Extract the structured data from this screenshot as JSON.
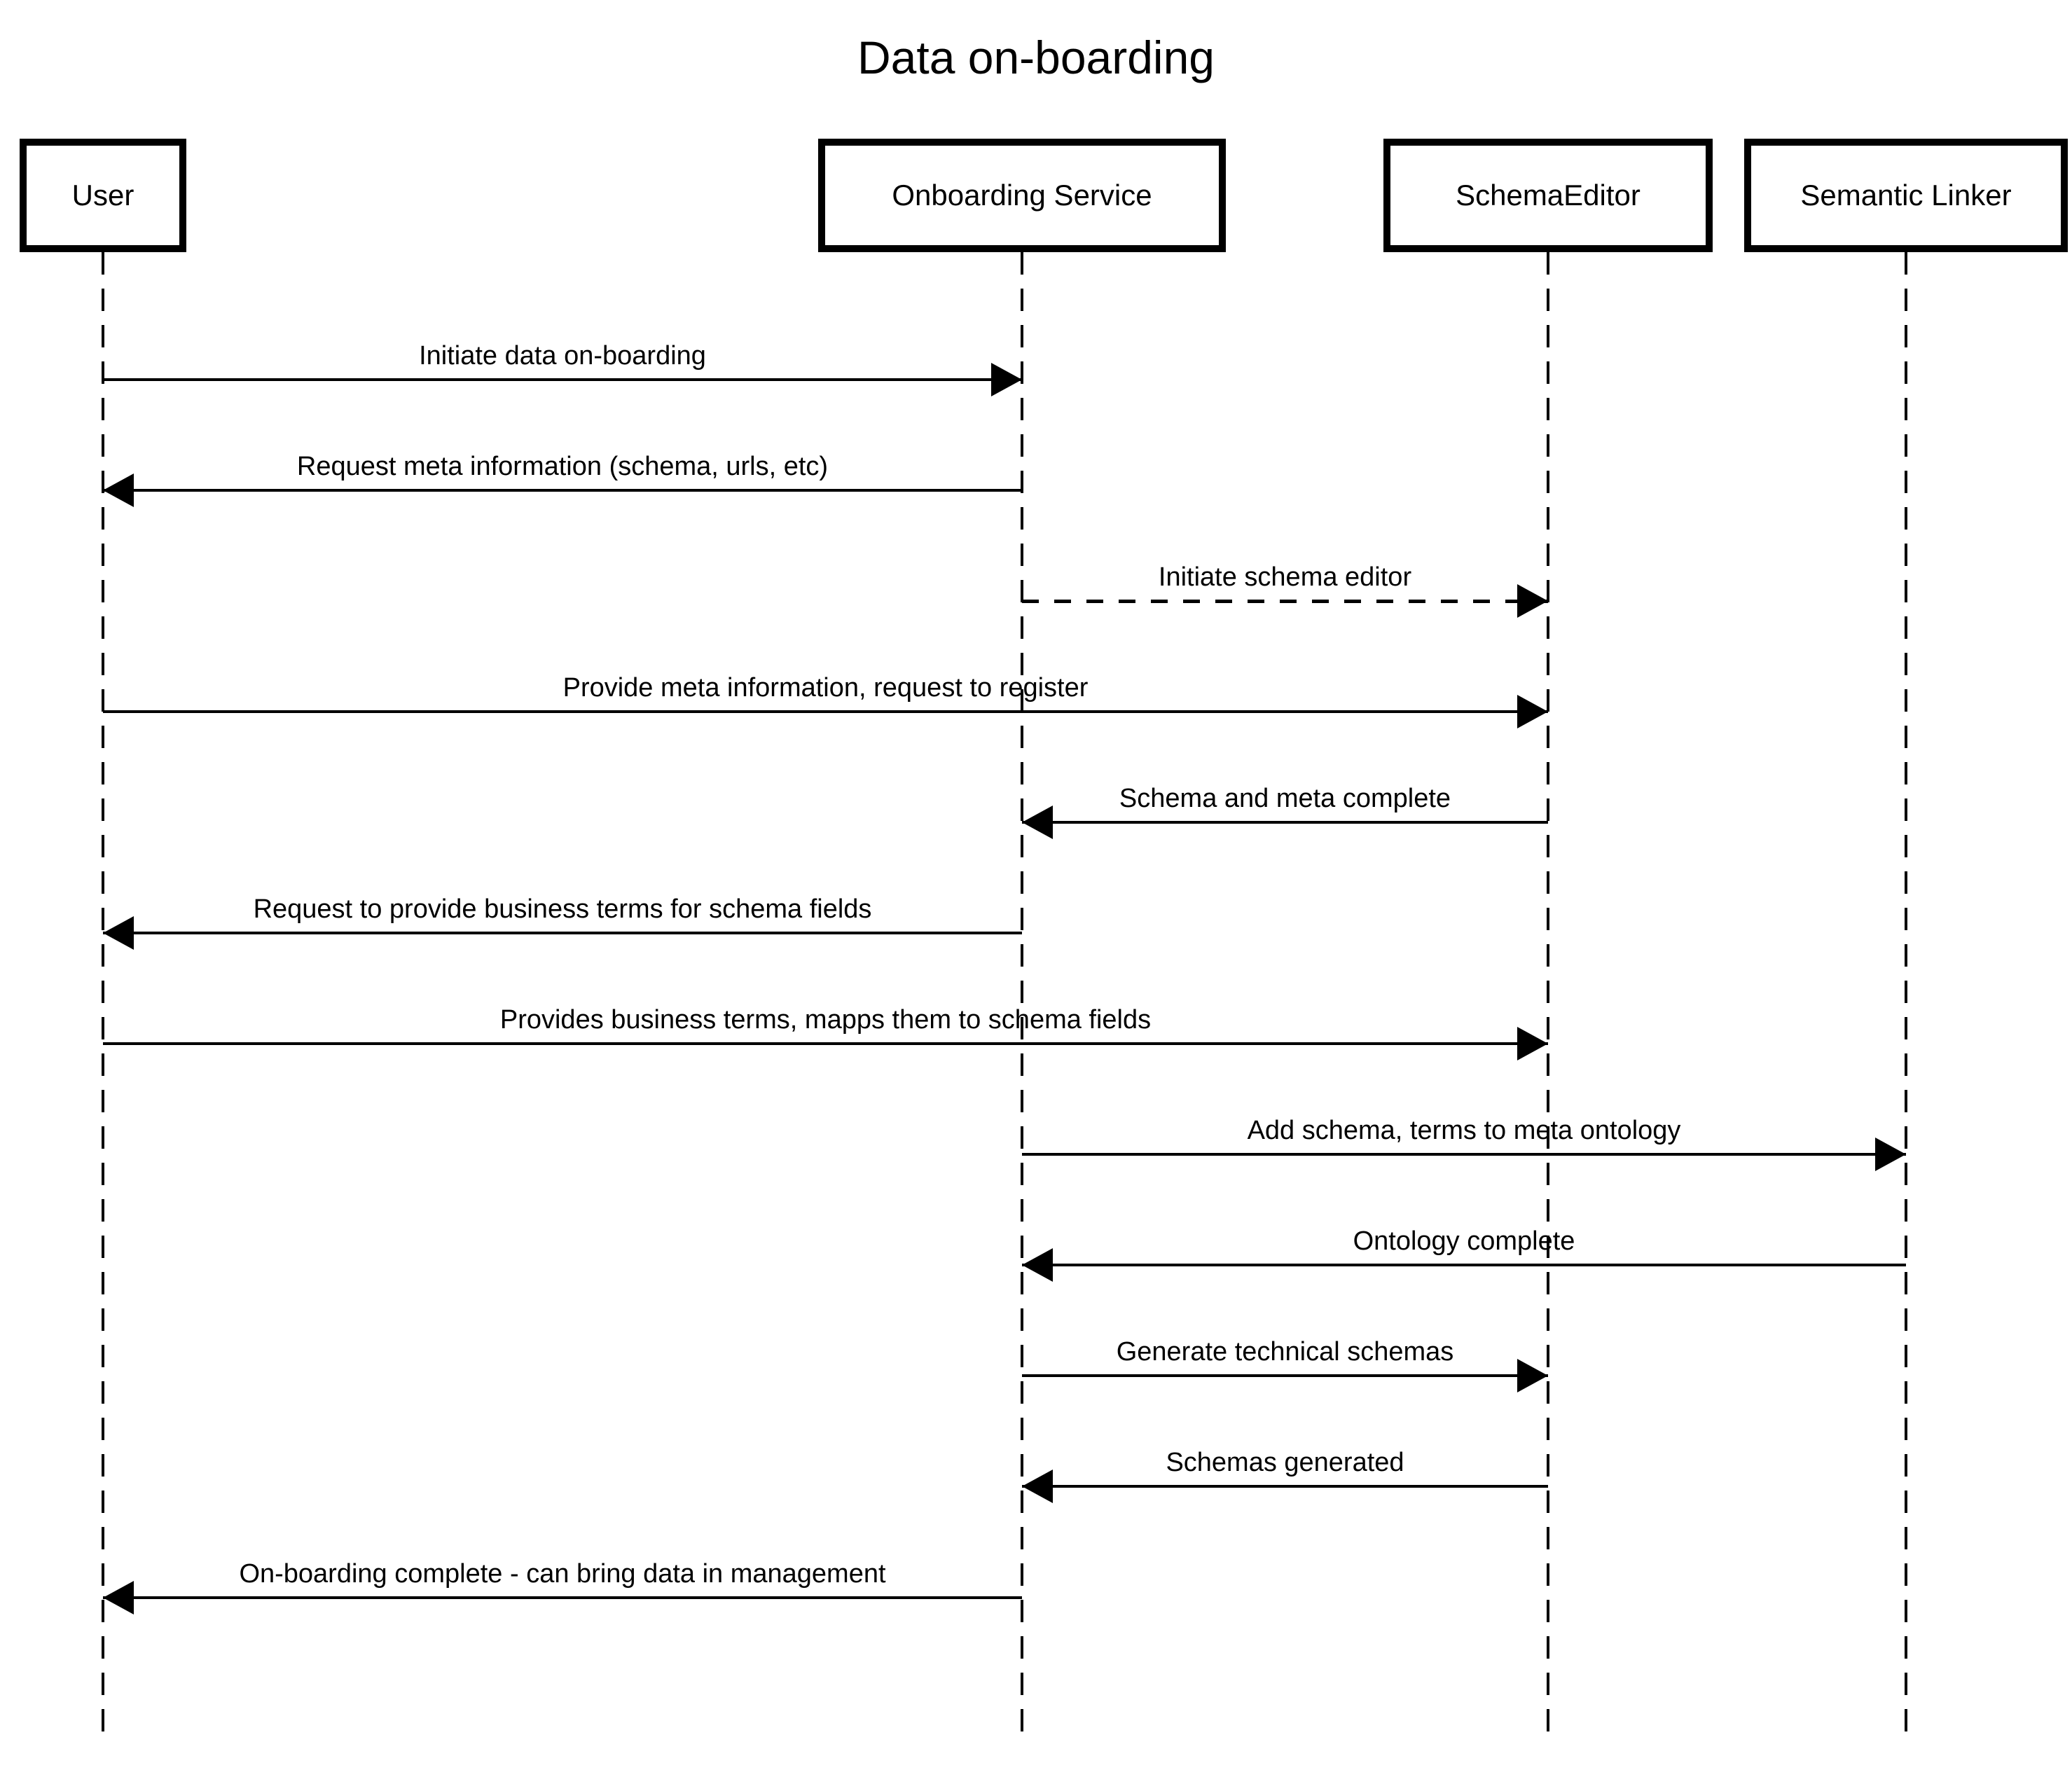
{
  "diagram": {
    "title": "Data on-boarding",
    "type": "sequence-diagram",
    "colors": {
      "line": "#000000",
      "text": "#000000",
      "background": "#ffffff"
    },
    "actors": [
      {
        "id": "user",
        "label": "User"
      },
      {
        "id": "onboarding-service",
        "label": "Onboarding Service"
      },
      {
        "id": "schema-editor",
        "label": "SchemaEditor"
      },
      {
        "id": "semantic-linker",
        "label": "Semantic Linker"
      }
    ],
    "messages": [
      {
        "from": "user",
        "to": "onboarding-service",
        "direction": "right",
        "style": "solid",
        "label": "Initiate data on-boarding"
      },
      {
        "from": "onboarding-service",
        "to": "user",
        "direction": "left",
        "style": "solid",
        "label": "Request meta information (schema, urls, etc)"
      },
      {
        "from": "onboarding-service",
        "to": "schema-editor",
        "direction": "right",
        "style": "dashed",
        "label": "Initiate schema editor"
      },
      {
        "from": "user",
        "to": "schema-editor",
        "direction": "right",
        "style": "solid",
        "label": "Provide meta information, request to register"
      },
      {
        "from": "schema-editor",
        "to": "onboarding-service",
        "direction": "left",
        "style": "solid",
        "label": "Schema and meta complete"
      },
      {
        "from": "onboarding-service",
        "to": "user",
        "direction": "left",
        "style": "solid",
        "label": "Request to provide business terms for schema fields"
      },
      {
        "from": "user",
        "to": "schema-editor",
        "direction": "right",
        "style": "solid",
        "label": "Provides business terms, mapps them to schema fields"
      },
      {
        "from": "onboarding-service",
        "to": "semantic-linker",
        "direction": "right",
        "style": "solid",
        "label": "Add schema, terms to meta ontology"
      },
      {
        "from": "semantic-linker",
        "to": "onboarding-service",
        "direction": "left",
        "style": "solid",
        "label": "Ontology complete"
      },
      {
        "from": "onboarding-service",
        "to": "schema-editor",
        "direction": "right",
        "style": "solid",
        "label": "Generate technical schemas"
      },
      {
        "from": "schema-editor",
        "to": "onboarding-service",
        "direction": "left",
        "style": "solid",
        "label": "Schemas generated"
      },
      {
        "from": "onboarding-service",
        "to": "user",
        "direction": "left",
        "style": "solid",
        "label": "On-boarding complete - can bring data in management"
      }
    ]
  }
}
